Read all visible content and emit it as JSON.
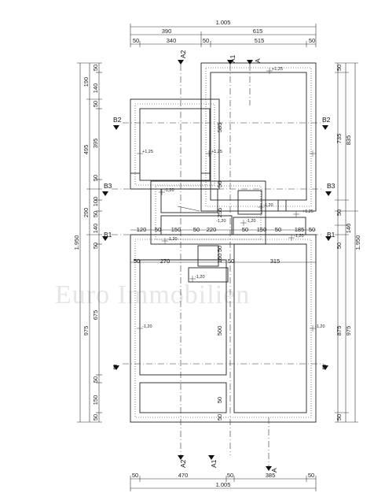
{
  "watermark": "Euro Immobilien",
  "top_dims": {
    "total": "1.005",
    "left": "390",
    "right": "615",
    "w1": "50",
    "w2": "340",
    "w3": "50",
    "w4": "515",
    "w5": "50"
  },
  "bottom_dims": {
    "total": "1.005",
    "w1": "50",
    "w2": "470",
    "w3": "50",
    "w4": "385",
    "w5": "50"
  },
  "left_dims": {
    "total": "1.950",
    "upper": "190",
    "mid_upper": "495",
    "mid": "290",
    "lower": "975",
    "c1": "50",
    "c2": "140",
    "c3": "50",
    "c4": "395",
    "c5": "50",
    "c6": "100",
    "c7": "50",
    "c8": "140",
    "c9": "50",
    "c10": "675",
    "c11": "50",
    "c12": "150",
    "c13": "50"
  },
  "right_dims": {
    "total": "1.950",
    "upper": "835",
    "upper_inner": "735",
    "lower": "975",
    "c1": "50",
    "c2": "50",
    "c3": "140",
    "c4": "50",
    "c5": "875",
    "c6": "50"
  },
  "interior_dims": {
    "d120": "120",
    "d50a": "50",
    "d150a": "150",
    "d50b": "50",
    "d220": "220",
    "d50c": "50",
    "d150b": "150",
    "d50d": "50",
    "d185": "185",
    "d50e": "50",
    "d270": "270",
    "d50f": "50",
    "d315": "315",
    "d50g": "50",
    "d585": "585",
    "d255": "255",
    "d50h": "50",
    "d50i": "50",
    "d160": "160",
    "d500": "500",
    "d50j": "50",
    "d50k": "50"
  },
  "levels": {
    "l1": "+1,25",
    "l2": "+1,25",
    "l3": "+1,25",
    "l4": "+1,25",
    "l5": "-1,20",
    "l6": "-1,20",
    "l7": "-1,20",
    "l8": "-1,20",
    "l9": "-1,20",
    "l10": "-1,20",
    "l11": "-1,20",
    "l12": "-1,20",
    "l13": "-1,20"
  },
  "sections": {
    "a2_top": "A2",
    "a1_top": "A1",
    "a_top": "A",
    "a2_bottom": "A2",
    "a1_bottom": "A1",
    "a_bottom": "A",
    "b2_left": "B2",
    "b2_right": "B2",
    "b3_left": "B3",
    "b3_right": "B3",
    "b1_left": "B1",
    "b1_right": "B1",
    "b_left": "B",
    "b_right": "B"
  }
}
